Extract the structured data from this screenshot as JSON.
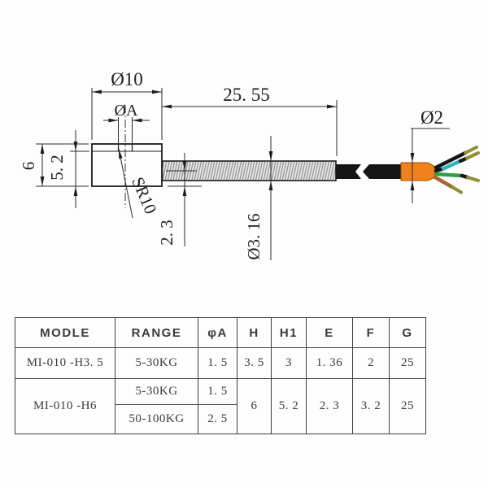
{
  "drawing": {
    "labels": {
      "dia10": "Ø10",
      "diaA": "ØA",
      "length": "25. 55",
      "dia2": "Ø2",
      "height_total": "6",
      "height_step": "5. 2",
      "sphere_radius": "SR10",
      "center_offset": "2. 3",
      "tube_dia": "Ø3. 16"
    },
    "colors": {
      "line": "#2b2b2b",
      "cable_black": "#151515",
      "sleeve_orange": "#f0821e",
      "sleeve_edge": "#9a4f08",
      "wire_cyan": "#2ab4c0",
      "wire_green": "#2f9e43",
      "wire_brown": "#a8642f",
      "wire_tip_olive": "#8f8f35",
      "coil_fill": "#e9e9e9",
      "coil_stroke": "#7a7a7a"
    }
  },
  "table": {
    "headers": [
      "MODLE",
      "RANGE",
      "φA",
      "H",
      "H1",
      "E",
      "F",
      "G"
    ],
    "rows": {
      "r1": {
        "model": "MI-010 -H3. 5",
        "range": "5-30KG",
        "phiA": "1. 5",
        "h": "3. 5",
        "h1": "3",
        "e": "1. 36",
        "f": "2",
        "g": "25"
      },
      "r2": {
        "model": "MI-010  -H6",
        "range": "5-30KG",
        "phiA": "1. 5",
        "h": "6",
        "h1": "5. 2",
        "e": "2. 3",
        "f": "3. 2",
        "g": "25"
      },
      "r3": {
        "range": "50-100KG",
        "phiA": "2. 5"
      }
    }
  }
}
